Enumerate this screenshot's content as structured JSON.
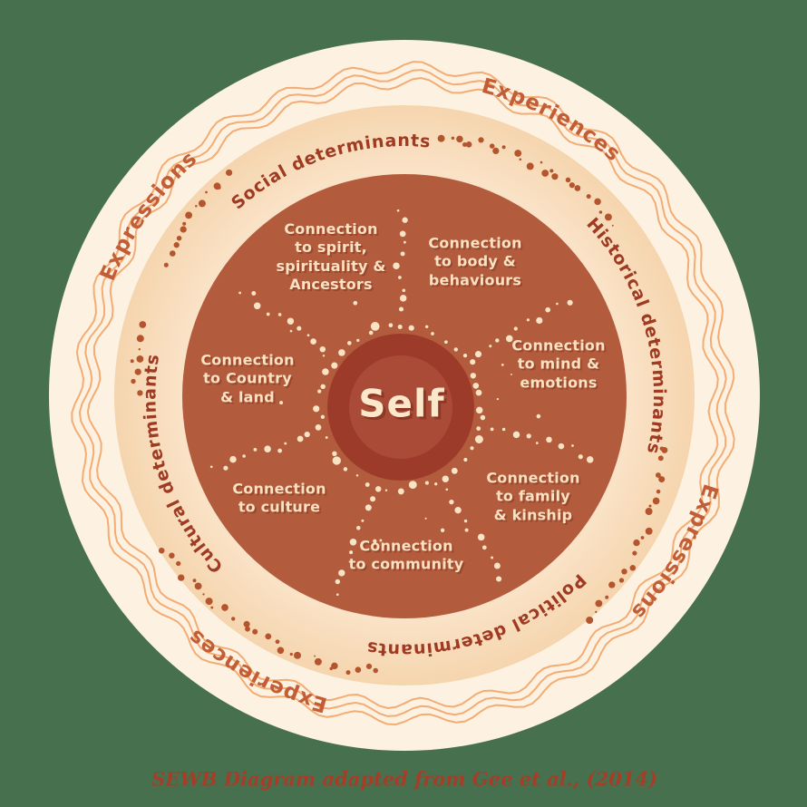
{
  "caption": "SEWB Diagram adapted from Gee et al., (2014)",
  "center": {
    "label": "Self"
  },
  "segments": [
    {
      "id": "spirit",
      "label": "Connection\nto spirit,\nspirituality &\nAncestors"
    },
    {
      "id": "body",
      "label": "Connection\nto body &\nbehaviours"
    },
    {
      "id": "mind",
      "label": "Connection\nto mind &\nemotions"
    },
    {
      "id": "family",
      "label": "Connection\nto family\n& kinship"
    },
    {
      "id": "community",
      "label": "Connection\nto community"
    },
    {
      "id": "culture",
      "label": "Connection\nto culture"
    },
    {
      "id": "country",
      "label": "Connection\nto Country\n& land"
    }
  ],
  "determinants_ring": {
    "items": [
      {
        "label": "Social determinants"
      },
      {
        "label": "Historical determinants"
      },
      {
        "label": "Political determinants"
      },
      {
        "label": "Cultural determinants"
      }
    ]
  },
  "outer_ring": {
    "items": [
      {
        "label": "Experiences"
      },
      {
        "label": "Expressions"
      },
      {
        "label": "Experiences"
      },
      {
        "label": "Expressions"
      }
    ]
  },
  "colors": {
    "background": "#47714e",
    "outer_circle": "#fdf1e2",
    "wavy_lines": "#f3ac73",
    "peach_ring": "#f8dcba",
    "trail_dots": "#b5552e",
    "connections_circle": "#b35c3d",
    "divider_dots": "#f8e4c4",
    "self_circle_outer": "#9d3b2a",
    "self_circle_inner": "#a94b37",
    "self_text": "#fbe7ca",
    "segment_text": "#f9e1c1",
    "determinant_text": "#a03b23",
    "outer_ring_text": "#c25d36",
    "caption_text": "#a53e28"
  }
}
